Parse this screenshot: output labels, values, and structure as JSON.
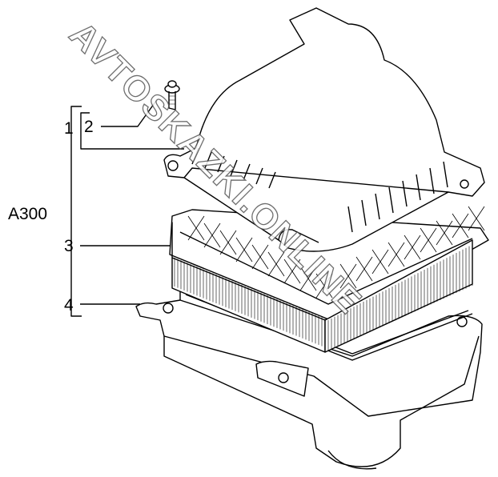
{
  "diagram": {
    "assembly_label": "A300",
    "callouts": [
      {
        "number": "1",
        "part": "air-filter-cover"
      },
      {
        "number": "2",
        "part": "screw"
      },
      {
        "number": "3",
        "part": "filter-element"
      },
      {
        "number": "4",
        "part": "air-filter-housing"
      }
    ],
    "watermark": "AVTOSKAZKI.ONLINE",
    "line_color": "#000000"
  }
}
